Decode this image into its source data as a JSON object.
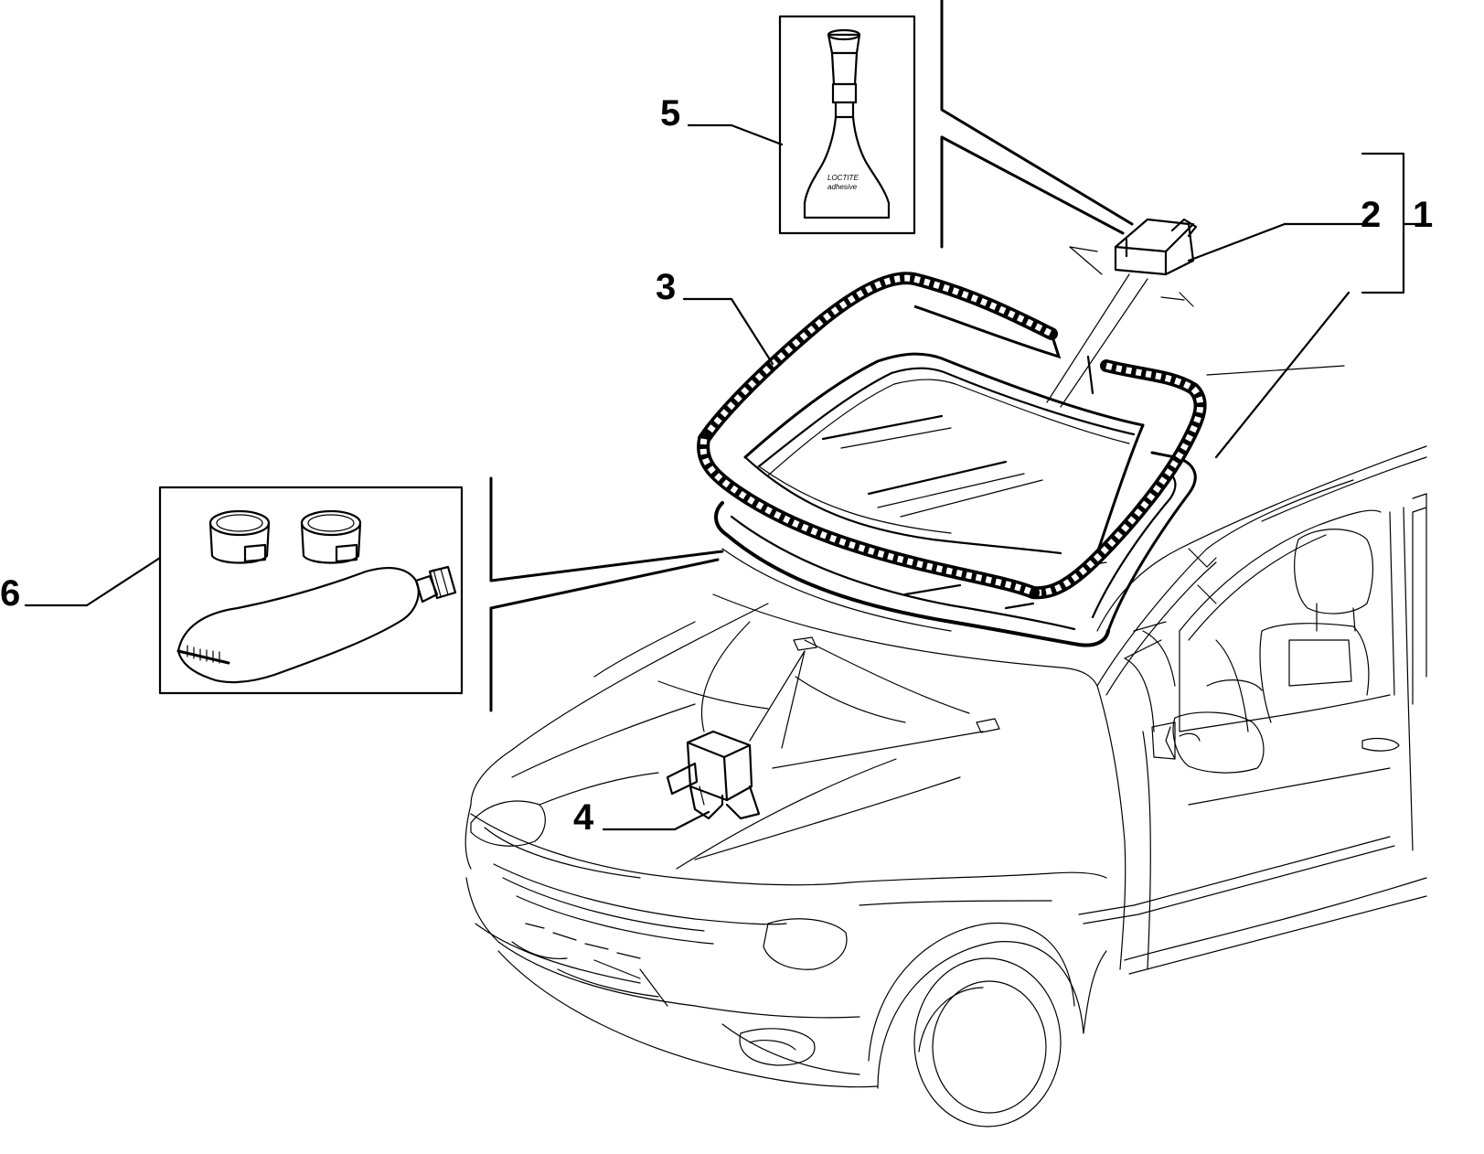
{
  "callouts": [
    {
      "id": "1",
      "label": "1"
    },
    {
      "id": "2",
      "label": "2"
    },
    {
      "id": "3",
      "label": "3"
    },
    {
      "id": "4",
      "label": "4"
    },
    {
      "id": "5",
      "label": "5"
    },
    {
      "id": "6",
      "label": "6"
    }
  ],
  "adhesive_bottle": {
    "brand": "LOCTITE",
    "text": "adhesive"
  }
}
